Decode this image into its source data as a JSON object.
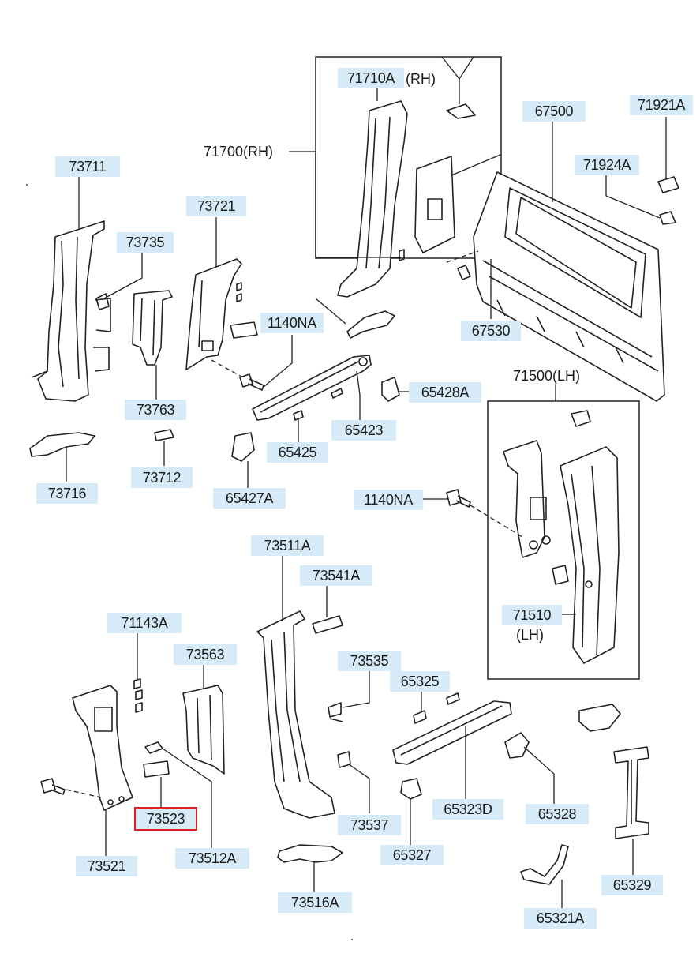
{
  "highlight_color": "#e02020",
  "label_bg_color": "#d6ebf7",
  "labels": {
    "p73711": "73711",
    "p73735": "73735",
    "p73721": "73721",
    "p71700": "71700(RH)",
    "p71710a": "71710A",
    "p71710a_side": "(RH)",
    "p67500": "67500",
    "p71921a": "71921A",
    "p71924a": "71924A",
    "p1140na_top": "1140NA",
    "p67530": "67530",
    "p73763": "73763",
    "p65428a": "65428A",
    "p65423": "65423",
    "p71500": "71500(LH)",
    "p65425": "65425",
    "p73716": "73716",
    "p73712": "73712",
    "p65427a": "65427A",
    "p1140na_mid": "1140NA",
    "p73511a": "73511A",
    "p73541a": "73541A",
    "p71510": "71510",
    "p71510_side": "(LH)",
    "p71143a": "71143A",
    "p73563": "73563",
    "p73535": "73535",
    "p65325": "65325",
    "p73523": "73523",
    "p73537": "73537",
    "p65323d": "65323D",
    "p65328": "65328",
    "p73521": "73521",
    "p73512a": "73512A",
    "p65327": "65327",
    "p65329": "65329",
    "p73516a": "73516A",
    "p65321a": "65321A"
  }
}
